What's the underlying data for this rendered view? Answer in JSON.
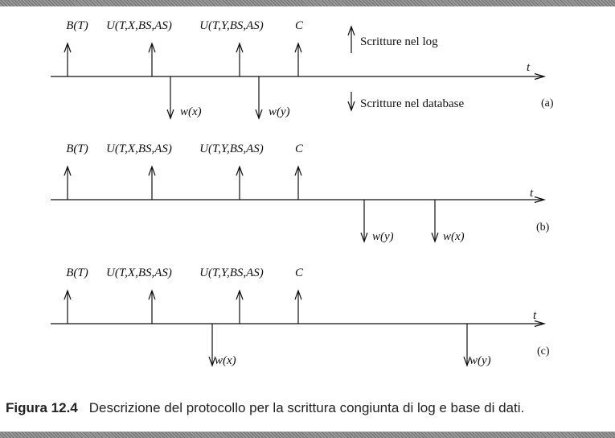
{
  "diagram": {
    "time_label": "t",
    "legend": {
      "log_writes": "Scritture nel log",
      "db_writes": "Scritture nel database"
    },
    "panels": [
      {
        "tag": "(a)",
        "log_events": [
          {
            "id": "begin",
            "label": "B(T)"
          },
          {
            "id": "update-x",
            "label": "U(T,X,BS,AS)"
          },
          {
            "id": "update-y",
            "label": "U(T,Y,BS,AS)"
          },
          {
            "id": "commit",
            "label": "C"
          }
        ],
        "db_events": [
          {
            "id": "write-x",
            "label": "w(x)"
          },
          {
            "id": "write-y",
            "label": "w(y)"
          }
        ]
      },
      {
        "tag": "(b)",
        "log_events": [
          {
            "id": "begin",
            "label": "B(T)"
          },
          {
            "id": "update-x",
            "label": "U(T,X,BS,AS)"
          },
          {
            "id": "update-y",
            "label": "U(T,Y,BS,AS)"
          },
          {
            "id": "commit",
            "label": "C"
          }
        ],
        "db_events": [
          {
            "id": "write-y",
            "label": "w(y)"
          },
          {
            "id": "write-x",
            "label": "w(x)"
          }
        ]
      },
      {
        "tag": "(c)",
        "log_events": [
          {
            "id": "begin",
            "label": "B(T)"
          },
          {
            "id": "update-x",
            "label": "U(T,X,BS,AS)"
          },
          {
            "id": "update-y",
            "label": "U(T,Y,BS,AS)"
          },
          {
            "id": "commit",
            "label": "C"
          }
        ],
        "db_events": [
          {
            "id": "write-x",
            "label": "w(x)"
          },
          {
            "id": "write-y",
            "label": "w(y)"
          }
        ]
      }
    ]
  },
  "caption": {
    "figure_number": "Figura 12.4",
    "text": "Descrizione del protocollo per la scrittura congiunta di log e base di dati."
  }
}
